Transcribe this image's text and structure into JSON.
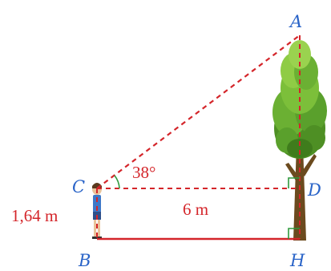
{
  "points": {
    "A": "A",
    "B": "B",
    "C": "C",
    "D": "D",
    "H": "H"
  },
  "measurements": {
    "angle": "38°",
    "horizontal_distance": "6 m",
    "eye_height": "1,64 m"
  },
  "colors": {
    "line_red": "#d4252a",
    "label_blue": "#2a64c8",
    "tree_trunk": "#6b4a1e",
    "tree_leaves": "#5aa02c"
  },
  "icons": {
    "person": "person-icon",
    "tree": "tree-icon"
  }
}
